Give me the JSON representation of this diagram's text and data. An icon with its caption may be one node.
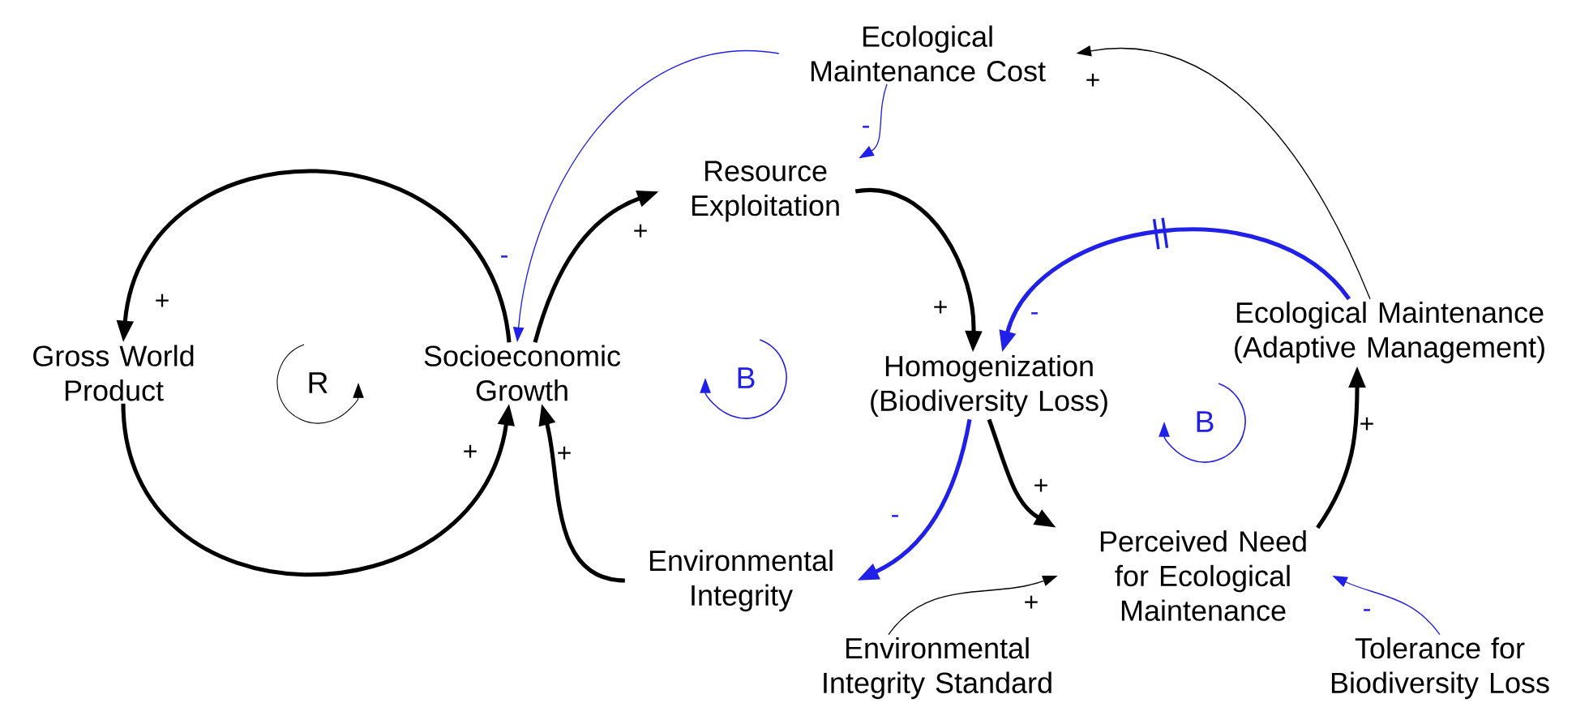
{
  "diagram": {
    "nodes": [
      {
        "text": [
          "Gross World Product"
        ]
      },
      {
        "text": [
          "Socioeconomic Growth"
        ]
      },
      {
        "text": [
          "Ecological Maintenance Cost"
        ]
      },
      {
        "text": [
          "Resource Exploitation"
        ]
      },
      {
        "text": [
          "Homogenization (Biodiversity Loss)"
        ]
      },
      {
        "text": [
          "Ecological Maintenance (Adaptive Management)"
        ]
      },
      {
        "text": [
          "Environmental Integrity"
        ]
      },
      {
        "text": [
          "Perceived Need for Ecological Maintenance"
        ]
      },
      {
        "text": [
          "Environmental Integrity Standard"
        ]
      },
      {
        "text": [
          "Tolerance for Biodiversity Loss"
        ]
      }
    ],
    "edges": [
      {
        "from": 1,
        "to": 0,
        "arrow": "to",
        "label": "+"
      },
      {
        "from": 0,
        "to": 1,
        "arrow": "to",
        "label": "+"
      },
      {
        "from": 1,
        "to": 3,
        "arrow": "to",
        "label": "+"
      },
      {
        "from": 2,
        "to": 1,
        "arrow": "to",
        "label": "-",
        "color": "#2020e8"
      },
      {
        "from": 2,
        "to": 3,
        "arrow": "to",
        "label": "-",
        "color": "#2020e8"
      },
      {
        "from": 3,
        "to": 4,
        "arrow": "to",
        "label": "+"
      },
      {
        "from": 5,
        "to": 4,
        "arrow": "to",
        "label": "-",
        "color": "#2020e8"
      },
      {
        "from": 5,
        "to": 2,
        "arrow": "to",
        "label": "+"
      },
      {
        "from": 4,
        "to": 6,
        "arrow": "to",
        "label": "-",
        "color": "#2020e8"
      },
      {
        "from": 4,
        "to": 7,
        "arrow": "to",
        "label": "+"
      },
      {
        "from": 6,
        "to": 1,
        "arrow": "to",
        "label": "+"
      },
      {
        "from": 7,
        "to": 5,
        "arrow": "to",
        "label": "+"
      },
      {
        "from": 8,
        "to": 7,
        "arrow": "to",
        "label": "+"
      },
      {
        "from": 9,
        "to": 7,
        "arrow": "to",
        "label": "-",
        "color": "#2020e8"
      }
    ],
    "labels": [
      "R",
      "B",
      "B"
    ]
  }
}
